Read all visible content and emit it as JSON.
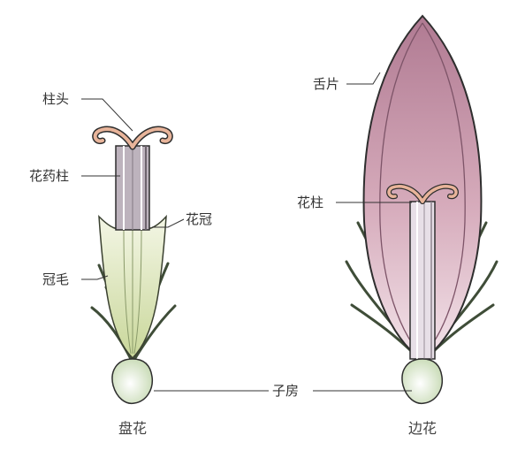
{
  "labels": {
    "stigma": "柱头",
    "anther_column": "花药柱",
    "corolla": "花冠",
    "pappus": "冠毛",
    "ovary": "子房",
    "ligule": "舌片",
    "style": "花柱"
  },
  "captions": {
    "disc_floret": "盘花",
    "ray_floret": "边花"
  },
  "colors": {
    "stigma": "#e8b49a",
    "anther_column": "#bdb3bd",
    "corolla": "#e9efc9",
    "pappus": "#4a5a42",
    "ovary": "#e3eed9",
    "ligule": "#c58ea8",
    "outline": "#2e2e2e"
  }
}
